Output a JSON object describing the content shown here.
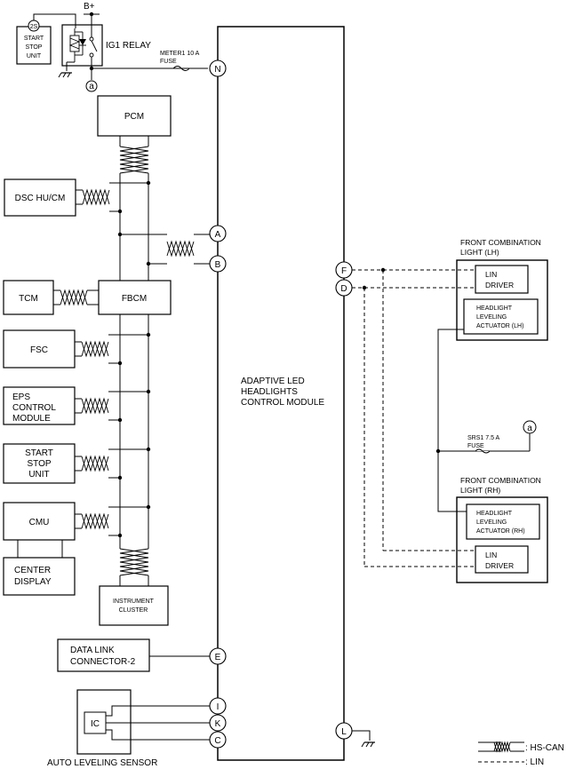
{
  "power": {
    "bplus": "B+",
    "relay": "IG1 RELAY",
    "meter_fuse": [
      "METER1 10 A",
      "FUSE"
    ],
    "srs_fuse": [
      "SRS1 7.5 A",
      "FUSE"
    ],
    "connection_a": "a",
    "start_stop_id": "2S",
    "start_stop_unit": [
      "START",
      "STOP",
      "UNIT"
    ]
  },
  "modules": {
    "pcm": "PCM",
    "dsc": "DSC HU/CM",
    "tcm": "TCM",
    "fbcm": "FBCM",
    "fsc": "FSC",
    "eps": [
      "EPS",
      "CONTROL",
      "MODULE"
    ],
    "start_stop": [
      "START",
      "STOP",
      "UNIT"
    ],
    "cmu": "CMU",
    "center_display": [
      "CENTER",
      "DISPLAY"
    ],
    "instrument_cluster": [
      "INSTRUMENT",
      "CLUSTER"
    ],
    "data_link": [
      "DATA LINK",
      "CONNECTOR-2"
    ],
    "ic": "IC",
    "auto_leveling": "AUTO LEVELING SENSOR",
    "main_module": [
      "ADAPTIVE LED",
      "HEADLIGHTS",
      "CONTROL MODULE"
    ]
  },
  "front_lights": {
    "lh_title": [
      "FRONT COMBINATION",
      "LIGHT (LH)"
    ],
    "rh_title": [
      "FRONT COMBINATION",
      "LIGHT (RH)"
    ],
    "lin_driver": [
      "LIN",
      "DRIVER"
    ],
    "actuator_lh": [
      "HEADLIGHT",
      "LEVELING",
      "ACTUATOR (LH)"
    ],
    "actuator_rh": [
      "HEADLIGHT",
      "LEVELING",
      "ACTUATOR (RH)"
    ]
  },
  "pins": {
    "n": "N",
    "a": "A",
    "b": "B",
    "f": "F",
    "d": "D",
    "e": "E",
    "i": "I",
    "k": "K",
    "c": "C",
    "l": "L"
  },
  "legend": {
    "hscan": ": HS-CAN",
    "lin": ": LIN"
  }
}
